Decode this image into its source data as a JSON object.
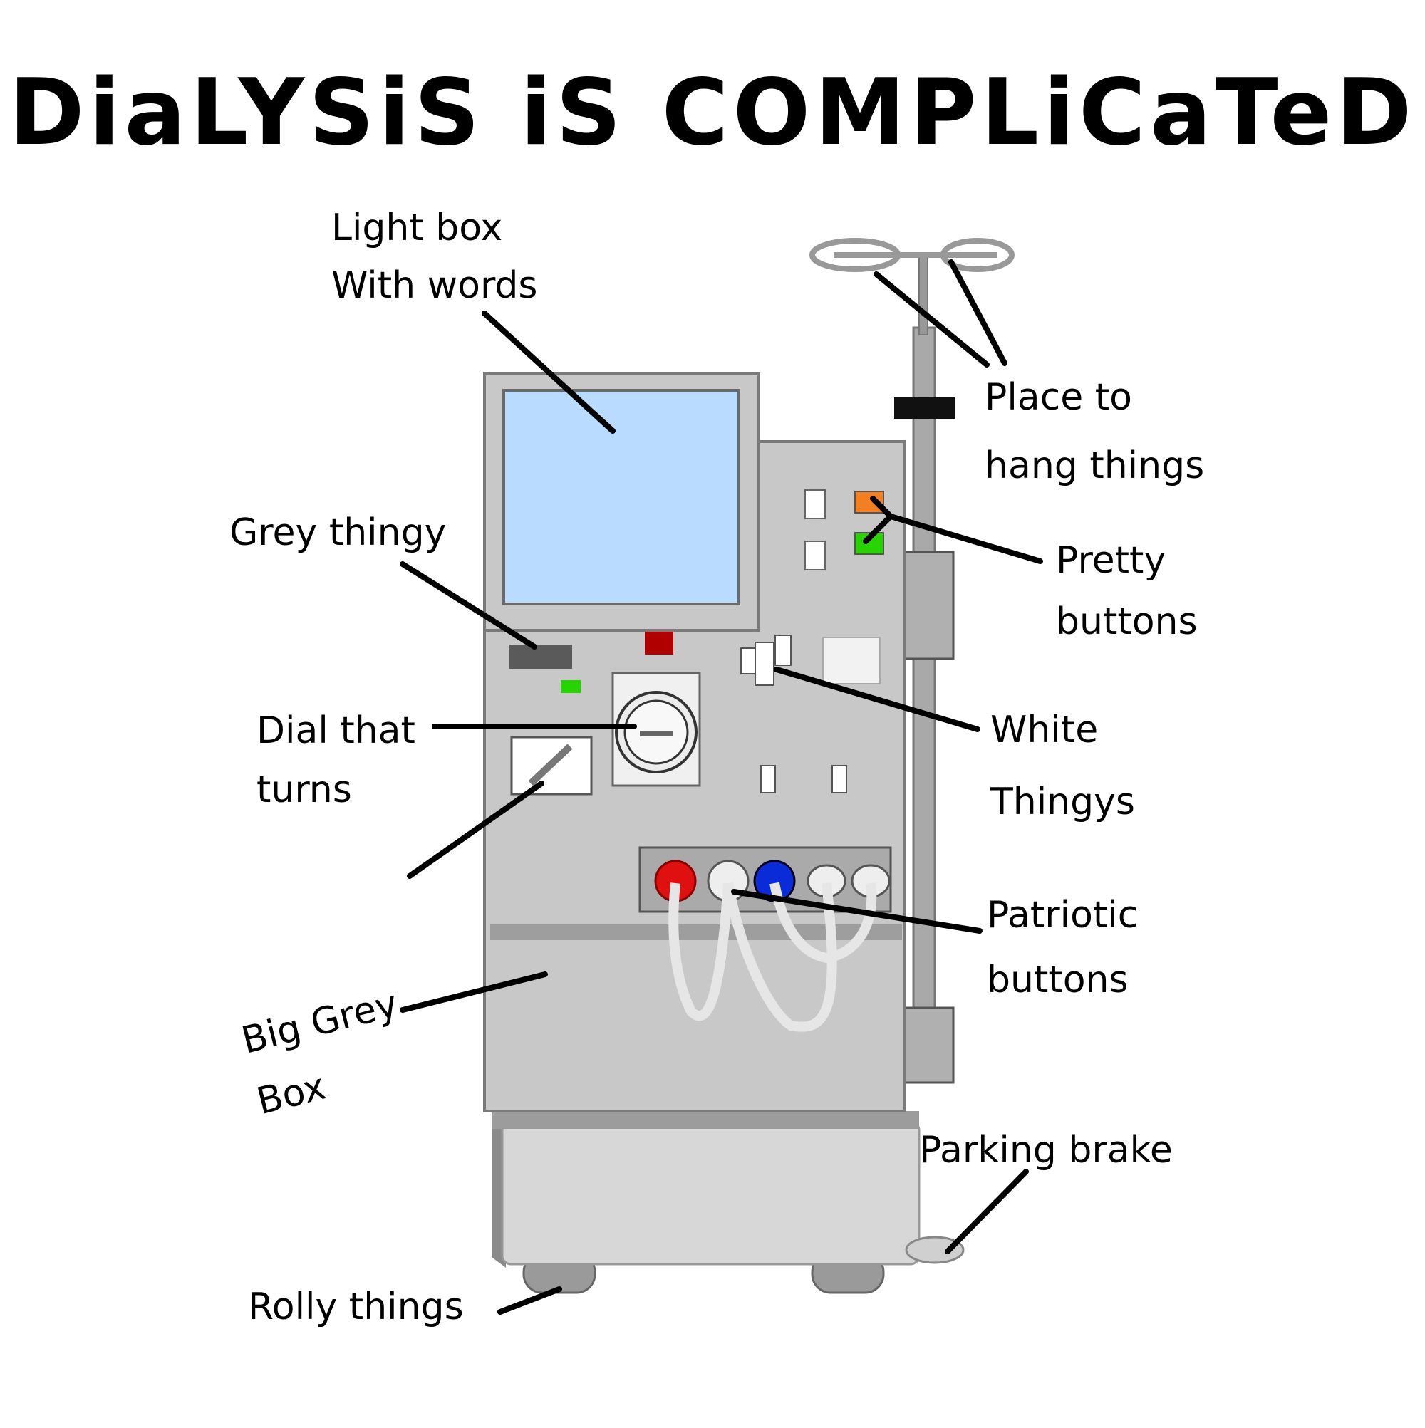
{
  "title": "DiaLYSiS iS COMPLiCaTeD",
  "labels": {
    "light_box": [
      "Light box",
      "With words"
    ],
    "hang": [
      "Place to",
      "hang things"
    ],
    "grey_thingy": "Grey thingy",
    "pretty": [
      "Pretty",
      "buttons"
    ],
    "dial": [
      "Dial that",
      "turns"
    ],
    "white": [
      "White",
      "Thingys"
    ],
    "patriotic": [
      "Patriotic",
      "buttons"
    ],
    "big_grey": [
      "Big Grey",
      "Box"
    ],
    "parking": "Parking brake",
    "rolly": "Rolly things"
  },
  "colors": {
    "body": "#c8c8c8",
    "body_stroke": "#7a7a7a",
    "screen": "#b9dbff",
    "orange": "#f47f20",
    "green": "#27d400",
    "red_button": "#e01010",
    "blue_button": "#0a2cd8",
    "dark_red": "#b00000",
    "pole": "#a9a9a9"
  }
}
